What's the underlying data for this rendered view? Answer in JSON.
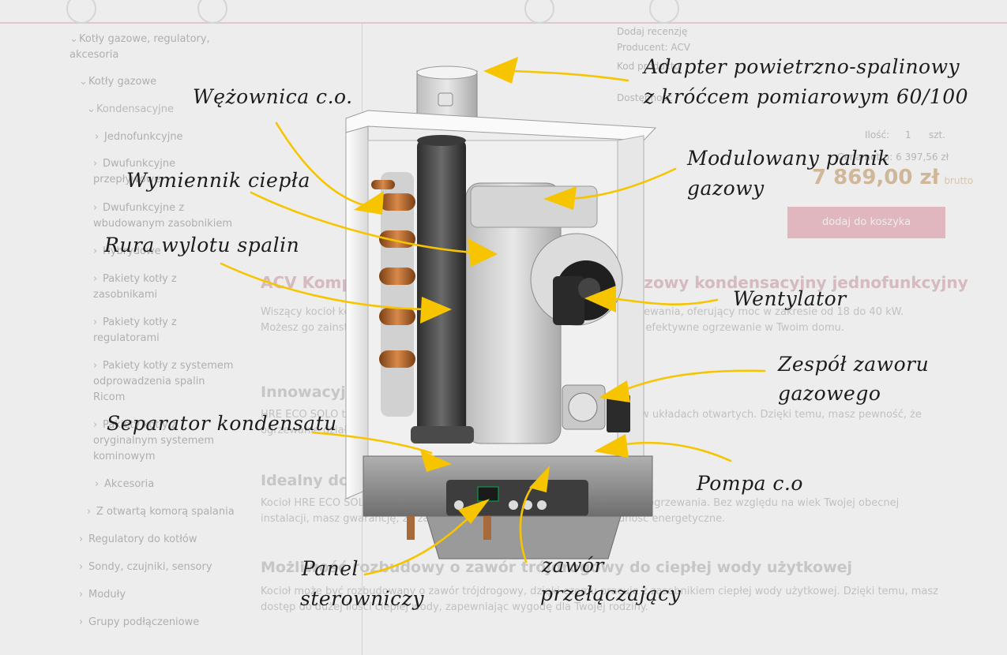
{
  "sidebar": {
    "items": [
      {
        "label": "Kotły gazowe, regulatory, akcesoria"
      },
      {
        "label": "Kotły gazowe"
      },
      {
        "label": "Kondensacyjne"
      },
      {
        "label": "Jednofunkcyjne"
      },
      {
        "label": "Dwufunkcyjne przepływowe"
      },
      {
        "label": "Dwufunkcyjne z wbudowanym zasobnikiem"
      },
      {
        "label": "Hybrydowe"
      },
      {
        "label": "Pakiety kotły z zasobnikami"
      },
      {
        "label": "Pakiety kotły z regulatorami"
      },
      {
        "label": "Pakiety kotły z systemem odprowadzenia spalin Ricom"
      },
      {
        "label": "Pakiety kotły z oryginalnym systemem kominowym"
      },
      {
        "label": "Akcesoria"
      },
      {
        "label": "Z otwartą komorą spalania"
      },
      {
        "label": "Regulatory do kotłów"
      },
      {
        "label": "Sondy, czujniki, sensory"
      },
      {
        "label": "Moduły"
      },
      {
        "label": "Grupy podłączeniowe"
      }
    ]
  },
  "product": {
    "add_review": "Dodaj recenzję",
    "producer": "Producent: ACV",
    "code": "Kod produktu",
    "availability": "Dostępność",
    "qty_label": "Ilość:",
    "qty_value": "1",
    "qty_unit": "szt.",
    "net_price": "Cena netto: 6 397,56 zł",
    "gross_price": "7 869,00 zł",
    "gross_suffix": "brutto",
    "add_to_cart": "dodaj do koszyka",
    "title": "ACV Kompakt HRE ECO SOLO 24 – kocioł gazowy kondensacyjny jednofunkcyjny"
  },
  "description": {
    "p1": "Wiszący kocioł kondensacyjny przeznaczony do instalacji centralnego ogrzewania, oferujący moc w zakresie od 18 do 40 kW. Możesz go zainstalować w mieszkaniu lub domu, zapewniając optymalne i efektywne ogrzewanie w Twoim domu.",
    "h_innov": "Innowacyjne rozwiązania",
    "p2": "HRE ECO SOLO to kocioł, który zapewnia bezpieczną i bezawaryjną pracę w układach otwartych. Dzięki temu, masz pewność, że ogrzewanie działa bezpiecznie.",
    "h_ideal": "Idealny do każdej instalacji",
    "p3": "Kocioł HRE ECO SOLO współpracuje z każdym typem instalacji centralnego ogrzewania. Bez względu na wiek Twojej obecnej instalacji, masz gwarancję, że zapewni on wysoką wydajność i oszczędność energetyczne.",
    "h_ext": "Możliwość rozbudowy o zawór trójdrogowy do ciepłej wody użytkowej",
    "p4": "Kocioł może być rozbudowany o zawór trójdrogowy, dzięki czemu pracuje z zasobnikiem ciepłej wody użytkowej. Dzięki temu, masz dostęp do dużej ilości ciepłej wody, zapewniając wygodę dla Twojej rodziny."
  },
  "callouts": {
    "adapter_line1": "Adapter powietrzno-spalinowy",
    "adapter_line2": "z króćcem pomiarowym 60/100",
    "wezownica": "Wężownica c.o.",
    "wymiennik": "Wymiennik ciepła",
    "palnik_line1": "Modulowany palnik",
    "palnik_line2": "gazowy",
    "rura": "Rura wylotu spalin",
    "wentylator": "Wentylator",
    "zawor_gaz_line1": "Zespół zaworu",
    "zawor_gaz_line2": "gazowego",
    "separator": "Separator kondensatu",
    "pompa": "Pompa c.o",
    "panel_line1": "Panel",
    "panel_line2": "sterowniczy",
    "zawor_przel_line1": "zawór",
    "zawor_przel_line2": "przełączający"
  },
  "colors": {
    "arrow": "#f7c400",
    "brand_pink": "#f2c5cd"
  }
}
